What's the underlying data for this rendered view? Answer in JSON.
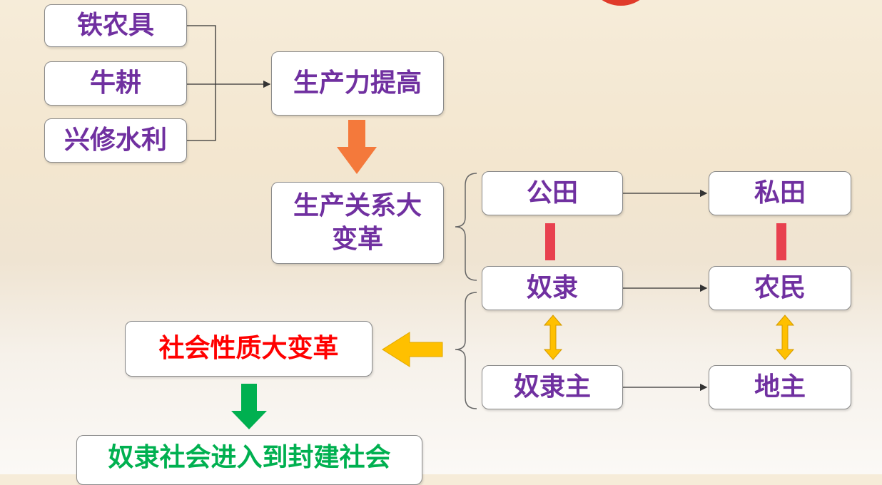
{
  "causes": [
    "铁农具",
    "牛耕",
    "兴修水利"
  ],
  "productivity": "生产力提高",
  "relations": "生产关系大变革",
  "land": {
    "before": "公田",
    "after": "私田"
  },
  "labor": {
    "before": "奴隶",
    "after": "农民"
  },
  "owners": {
    "before": "奴隶主",
    "after": "地主"
  },
  "society_change": "社会性质大变革",
  "result": "奴隶社会进入到封建社会",
  "colors": {
    "purple": "#7030a0",
    "red": "#ff0000",
    "green": "#00b050",
    "orange": "#f4793b",
    "yellow": "#ffc000",
    "bar": "#e8414f"
  }
}
